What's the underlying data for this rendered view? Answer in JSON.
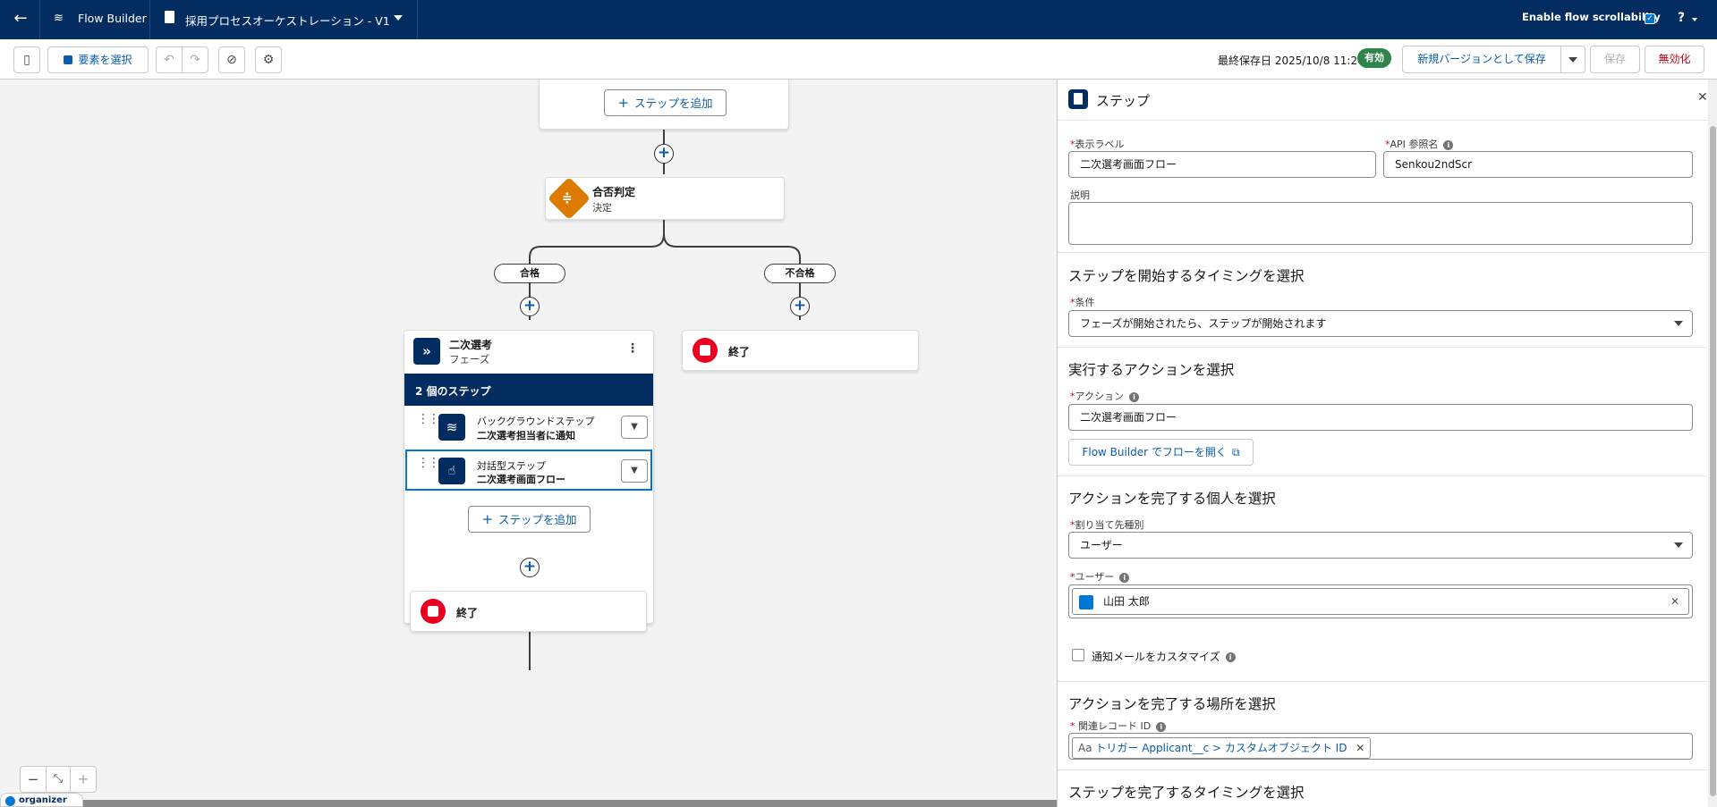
{
  "header": {
    "app_name": "Flow Builder",
    "flow_title": "採用プロセスオーケストレーション - V1",
    "scroll_label": "Enable flow scrollability",
    "help": "?"
  },
  "toolbar": {
    "select_elements": "要素を選択",
    "last_saved": "最終保存日 2025/10/8 11:26",
    "status_badge": "有効",
    "save_new_version": "新規バージョンとして保存",
    "save": "保存",
    "deactivate": "無効化"
  },
  "canvas": {
    "top_add_step": "ステップを追加",
    "decision": {
      "title": "合否判定",
      "type": "決定"
    },
    "branch_pass": "合格",
    "branch_fail": "不合格",
    "stage": {
      "title": "二次選考",
      "type": "フェーズ",
      "step_count": "2 個のステップ",
      "steps": [
        {
          "type": "バックグラウンドステップ",
          "name": "二次選考担当者に通知"
        },
        {
          "type": "対話型ステップ",
          "name": "二次選考画面フロー"
        }
      ],
      "add_step": "ステップを追加"
    },
    "end_label": "終了",
    "end_label_right": "終了",
    "zoom_out": "−",
    "zoom_fit": "⤡",
    "zoom_in": "+",
    "organizer": "organizer"
  },
  "panel": {
    "title": "ステップ",
    "label_field": {
      "label": "表示ラベル",
      "value": "二次選考画面フロー"
    },
    "api_field": {
      "label": "API 参照名",
      "value": "Senkou2ndScr"
    },
    "description": {
      "label": "説明",
      "value": ""
    },
    "start_section": "ステップを開始するタイミングを選択",
    "condition": {
      "label": "条件",
      "value": "フェーズが開始されたら、ステップが開始されます"
    },
    "action_section": "実行するアクションを選択",
    "action": {
      "label": "アクション",
      "value": "二次選考画面フロー"
    },
    "open_flow_btn": "Flow Builder でフローを開く",
    "assignee_section": "アクションを完了する個人を選択",
    "assign_type": {
      "label": "割り当て先種別",
      "value": "ユーザー"
    },
    "user": {
      "label": "ユーザー",
      "value": "山田 太郎"
    },
    "customize_email": "通知メールをカスタマイズ",
    "location_section": "アクションを完了する場所を選択",
    "related_record": {
      "label": "関連レコード ID",
      "value": "トリガー Applicant__c > カスタムオブジェクト ID"
    },
    "complete_section": "ステップを完了するタイミングを選択"
  },
  "colors": {
    "header_bg": "#032d60",
    "brand_blue": "#0b5cab",
    "active_green": "#2e844a",
    "decision_orange": "#dd7a01",
    "stop_red": "#ea001e"
  }
}
